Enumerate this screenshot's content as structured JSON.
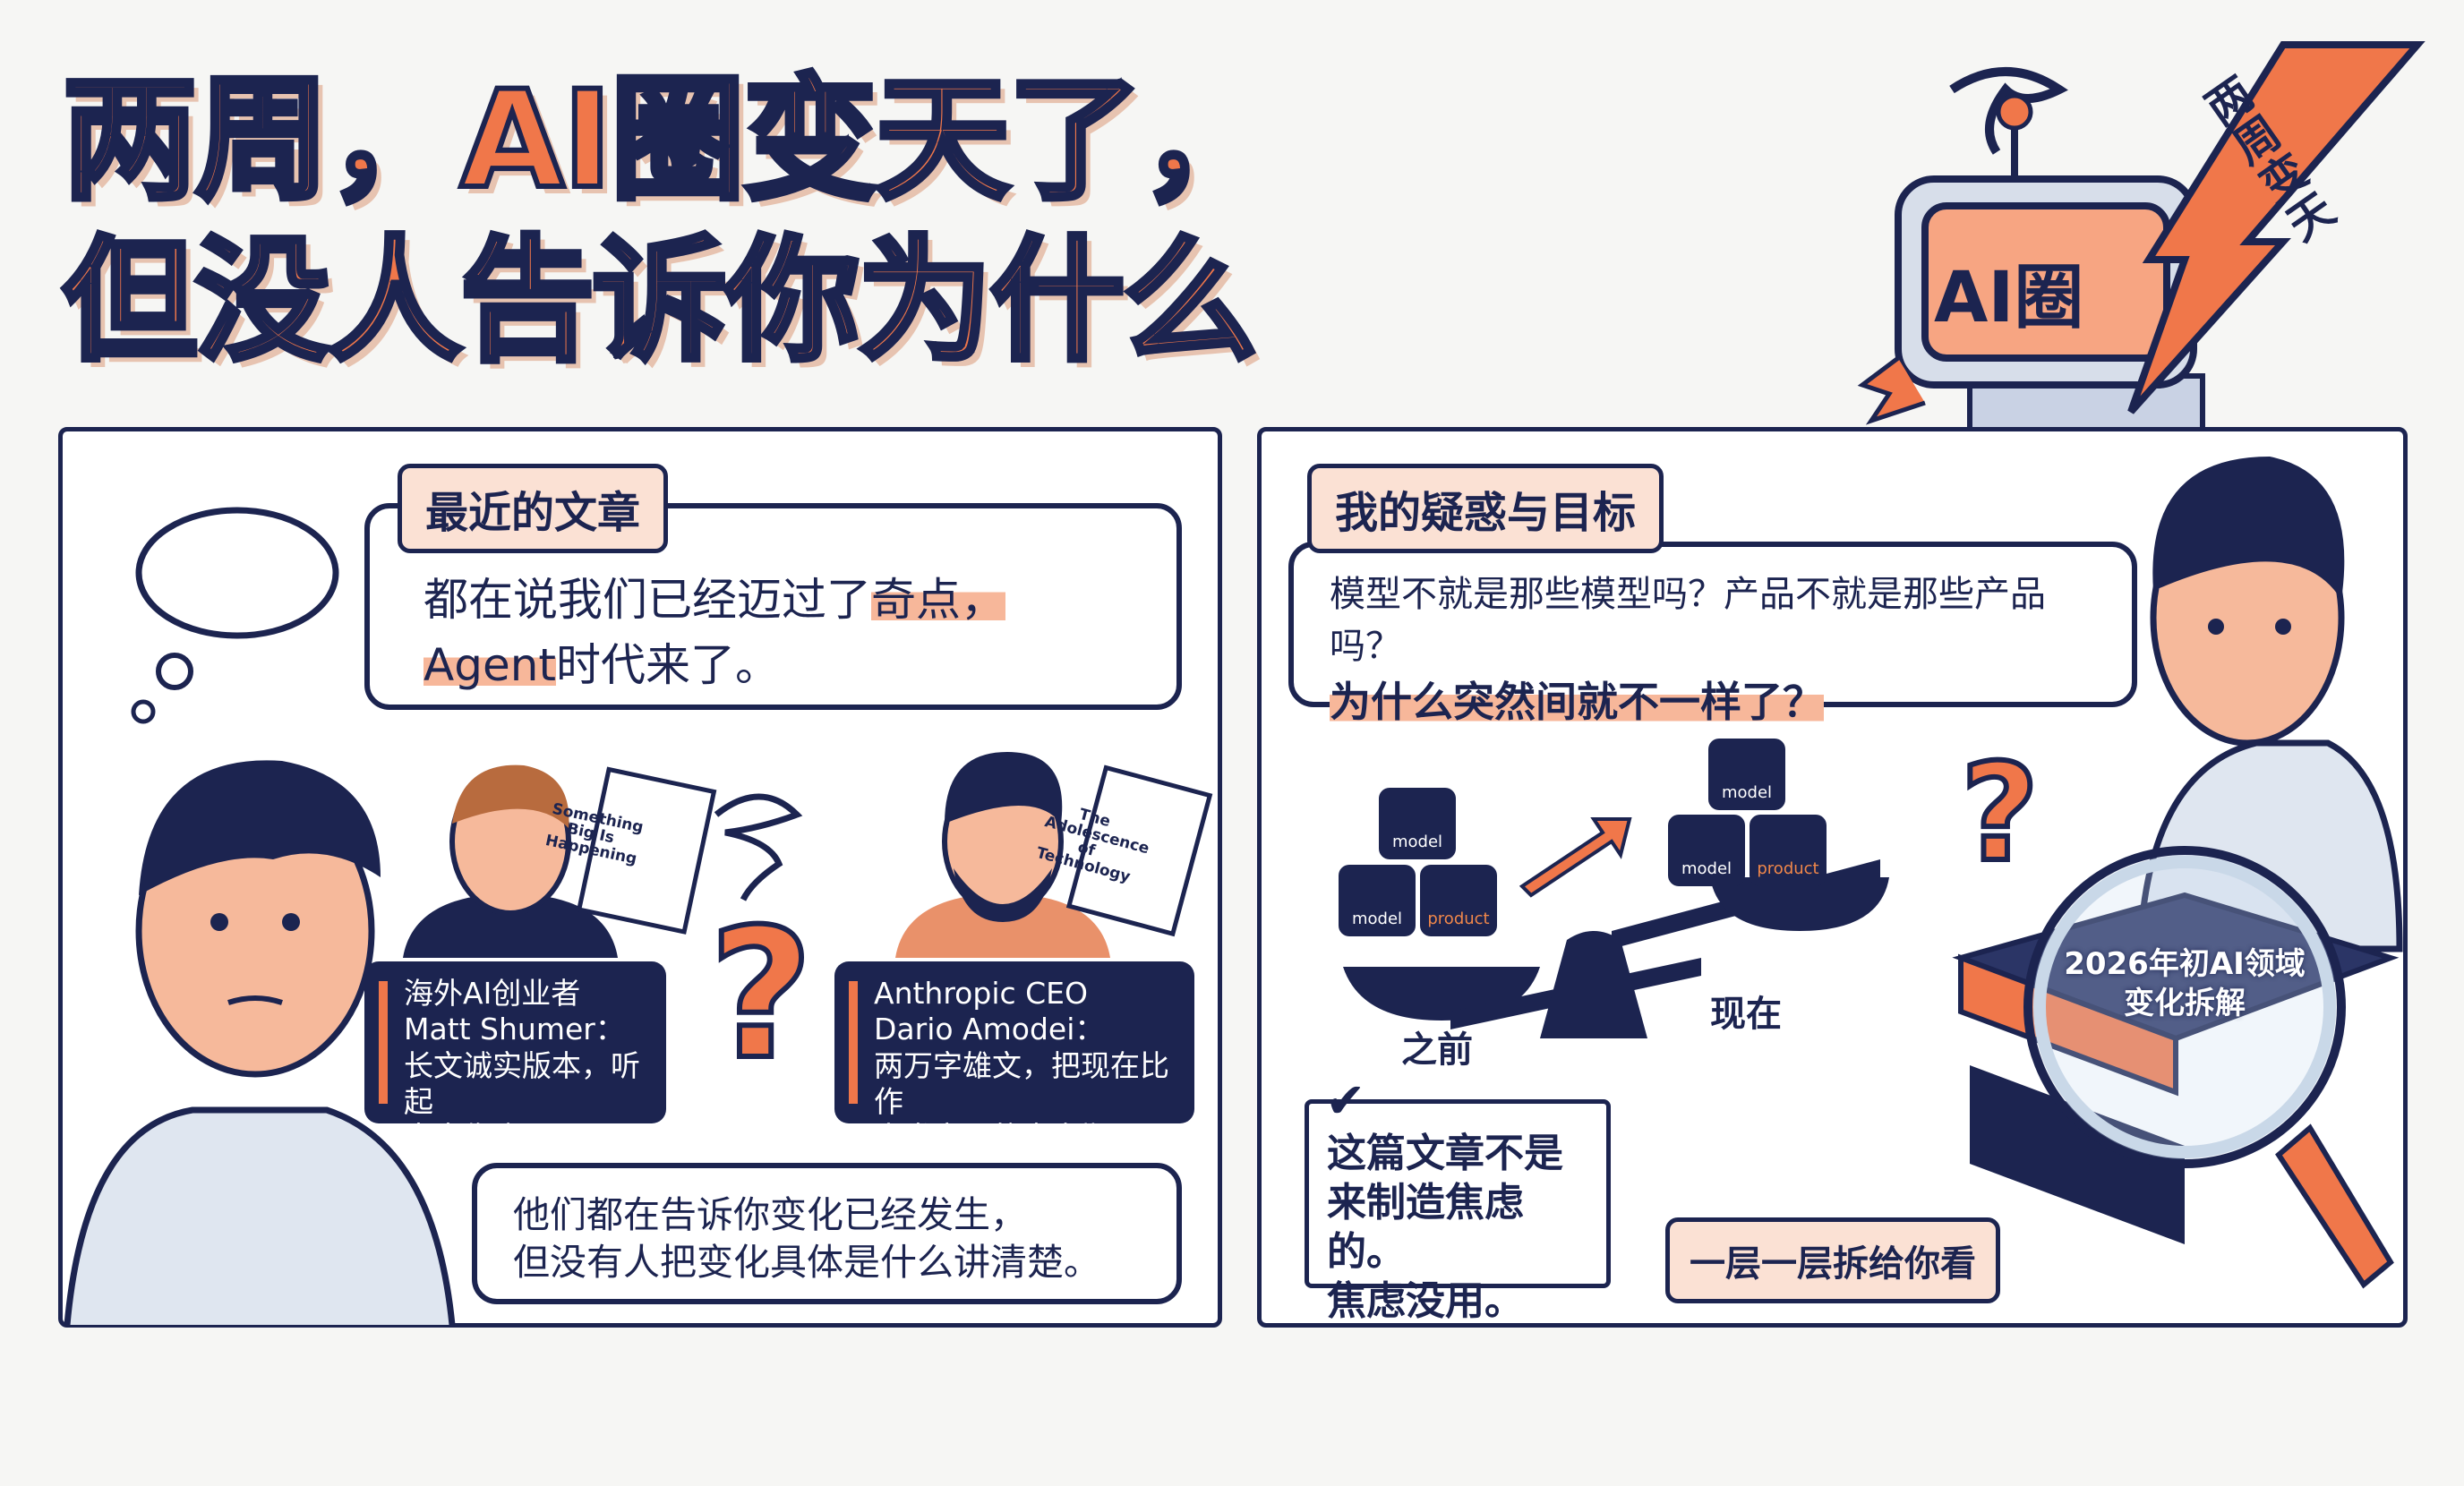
{
  "title": {
    "line1": "两周，AI圈变天了，",
    "line2": "但没人告诉你为什么"
  },
  "badge": {
    "screen": "AI圈",
    "bolt": "两周变天"
  },
  "left": {
    "tag": "最近的文章",
    "bubble": {
      "part1": "都在说我们已经迈过了",
      "hl1": "奇点，",
      "hl2": "Agent",
      "part2": "时代来了。"
    },
    "doc1": {
      "l1": "Something",
      "l2": "Big Is",
      "l3": "Happening"
    },
    "doc2": {
      "l1": "The",
      "l2": "Adolescence",
      "l3": "of Technology"
    },
    "caption1": {
      "l1": "海外AI创业者",
      "l2": "Matt Shumer：",
      "l3": "长文诚实版本，听起",
      "l4": "来来像疯了。"
    },
    "caption2": {
      "l1": "Anthropic CEO",
      "l2": "Dario Amodei：",
      "l3": "两万字雄文，把现在比作",
      "l4": "人类文明的青春期。"
    },
    "bottom": {
      "l1": "他们都在告诉你变化已经发生，",
      "l2": "但没有人把变化具体是什么讲清楚。"
    }
  },
  "right": {
    "tag": "我的疑惑与目标",
    "bubble": {
      "l1": "模型不就是那些模型吗？产品不就是那些产品吗？",
      "l2": "为什么突然间就不一样了？"
    },
    "blocks": {
      "model": "model",
      "product": "product"
    },
    "before": "之前",
    "now": "现在",
    "note": {
      "l1": "这篇文章不是",
      "l2": "来制造焦虑的。",
      "l3": "焦虑没用。"
    },
    "cta": "一层一层拆给你看",
    "lens": {
      "l1": "2026年初AI领域",
      "l2": "变化拆解"
    }
  },
  "colors": {
    "orange": "#f0774a",
    "navy": "#1c2450"
  }
}
